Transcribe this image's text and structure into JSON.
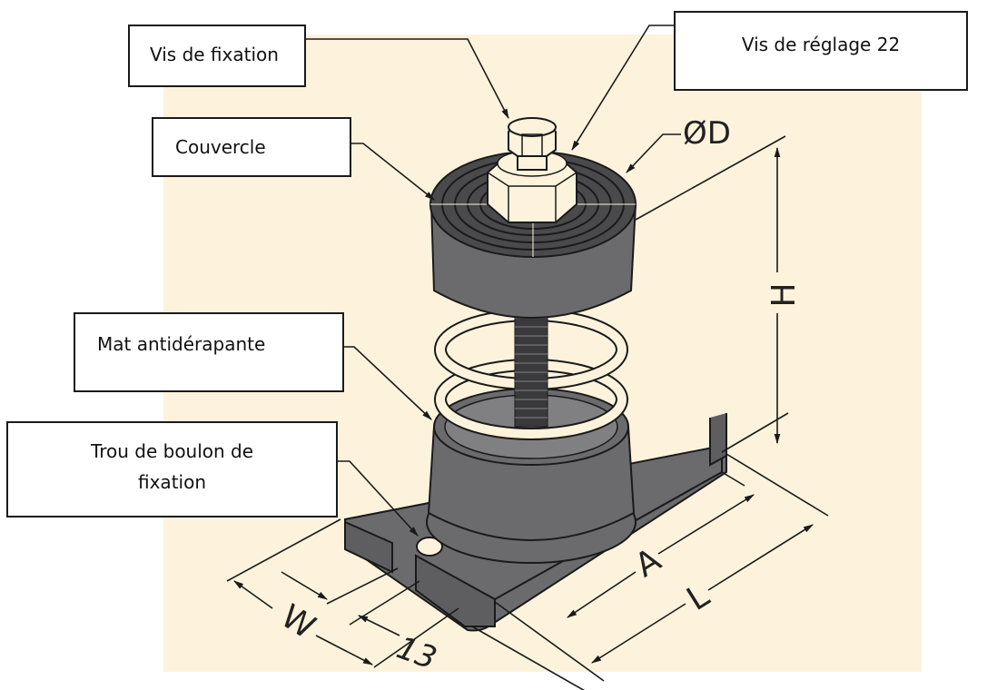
{
  "callouts": {
    "vis_fixation": "Vis de fixation",
    "vis_reglage": "Vis de réglage 22",
    "couvercle": "Couvercle",
    "mat_antiderapante": "Mat antidérapante",
    "trou_boulon_line1": "Trou de boulon de",
    "trou_boulon_line2": "fixation"
  },
  "dimensions": {
    "diameter": "ØD",
    "height": "H",
    "a": "A",
    "length": "L",
    "width": "W",
    "slot": "13"
  },
  "colors": {
    "background": "#fdf3dc",
    "rubber": "#6b6b6e",
    "spring": "#fdf3dc",
    "outline": "#1a1a1a"
  }
}
